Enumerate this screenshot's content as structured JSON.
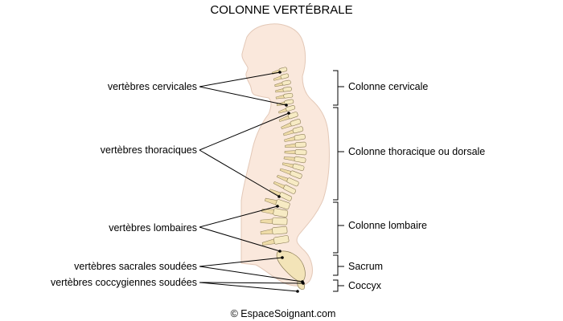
{
  "title": "COLONNE VERTÉBRALE",
  "left_labels": [
    "vertèbres cervicales",
    "vertèbres thoraciques",
    "vertèbres lombaires",
    "vertèbres sacrales soudées",
    "vertèbres coccygiennes soudées"
  ],
  "right_labels": [
    "Colonne cervicale",
    "Colonne thoracique ou dorsale",
    "Colonne lombaire",
    "Sacrum",
    "Coccyx"
  ],
  "credit": "© EspaceSoignant.com",
  "colors": {
    "skin": "#fae8dc",
    "skin_outline": "#e3c8b7",
    "bone": "#f7ebc4",
    "bone_outline": "#8a7c55"
  }
}
